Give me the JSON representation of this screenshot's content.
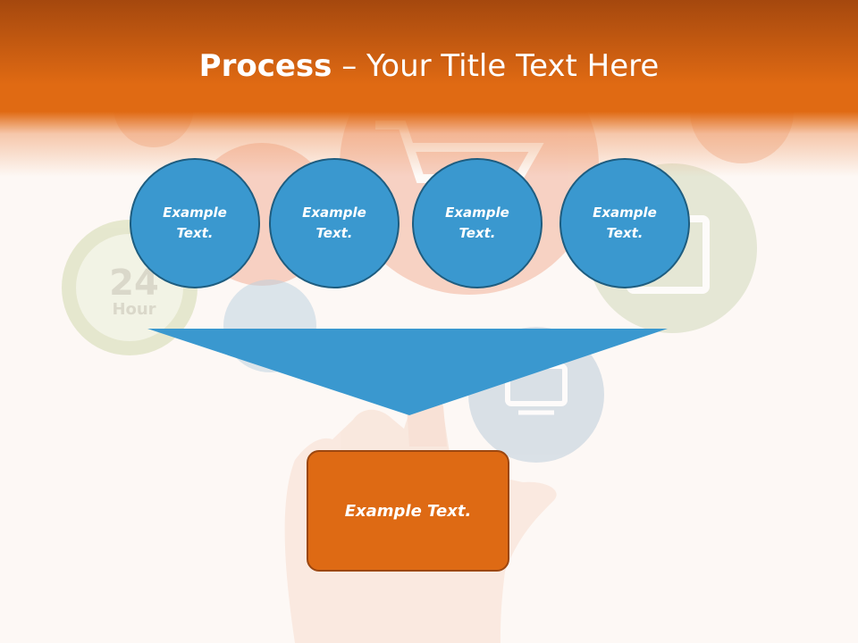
{
  "title": {
    "bold": "Process",
    "separator": " – ",
    "rest": "Your Title Text Here"
  },
  "steps": [
    {
      "label": "Example Text."
    },
    {
      "label": "Example Text."
    },
    {
      "label": "Example Text."
    },
    {
      "label": "Example Text."
    }
  ],
  "result": {
    "label": "Example Text."
  },
  "background_icons": {
    "hours_badge_number": "24",
    "hours_badge_word": "Hour"
  },
  "colors": {
    "header": "#e06a13",
    "circle_fill": "#3a98cf",
    "circle_border": "#1e5d80",
    "box_fill": "#de6a14",
    "box_border": "#9c4710"
  }
}
